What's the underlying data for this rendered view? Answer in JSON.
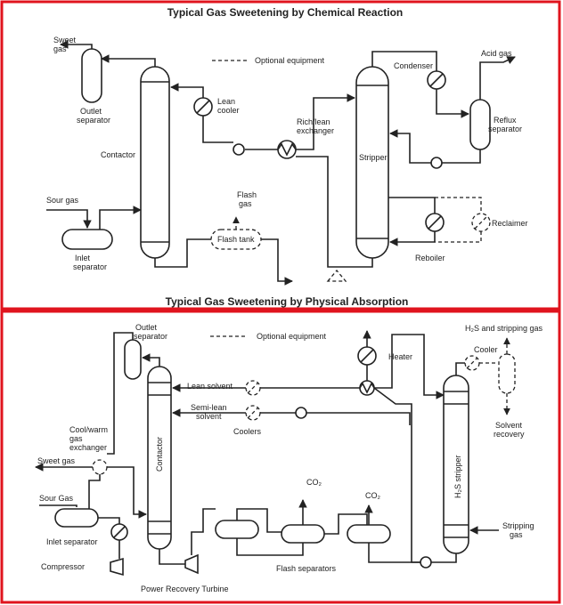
{
  "titles": {
    "chemical": "Typical Gas Sweetening by Chemical Reaction",
    "physical": "Typical Gas Sweetening by Physical Absorption"
  },
  "chemical": {
    "legend": "Optional equipment",
    "sweet_gas_1": "Sweet",
    "sweet_gas_2": "gas",
    "outlet_sep_1": "Outlet",
    "outlet_sep_2": "separator",
    "contactor": "Contactor",
    "lean_cooler_1": "Lean",
    "lean_cooler_2": "cooler",
    "rich_lean_1": "Rich/lean",
    "rich_lean_2": "exchanger",
    "stripper": "Stripper",
    "condenser": "Condenser",
    "acid_gas": "Acid gas",
    "reflux_sep_1": "Reflux",
    "reflux_sep_2": "separator",
    "sour_gas": "Sour gas",
    "inlet_sep_1": "Inlet",
    "inlet_sep_2": "separator",
    "flash_gas_1": "Flash",
    "flash_gas_2": "gas",
    "flash_tank": "Flash tank",
    "reclaimer": "Reclaimer",
    "reboiler": "Reboiler"
  },
  "physical": {
    "legend": "Optional equipment",
    "outlet_sep_1": "Outlet",
    "outlet_sep_2": "separator",
    "heater": "Heater",
    "h2s_stripping_gas": "H₂S and stripping gas",
    "cooler": "Cooler",
    "lean_solvent": "Lean solvent",
    "semi_lean_1": "Semi-lean",
    "semi_lean_2": "solvent",
    "coolers": "Coolers",
    "contactor": "Contactor",
    "h2s_stripper": "H₂S stripper",
    "solvent_recovery_1": "Solvent",
    "solvent_recovery_2": "recovery",
    "cool_warm_1": "Cool/warm",
    "cool_warm_2": "gas",
    "cool_warm_3": "exchanger",
    "sweet_gas": "Sweet gas",
    "sour_gas": "Sour Gas",
    "inlet_separator": "Inlet separator",
    "co2_a": "CO₂",
    "co2_b": "CO₂",
    "stripping_gas_1": "Stripping",
    "stripping_gas_2": "gas",
    "compressor": "Compressor",
    "flash_separators": "Flash separators",
    "power_recovery": "Power Recovery Turbine"
  }
}
